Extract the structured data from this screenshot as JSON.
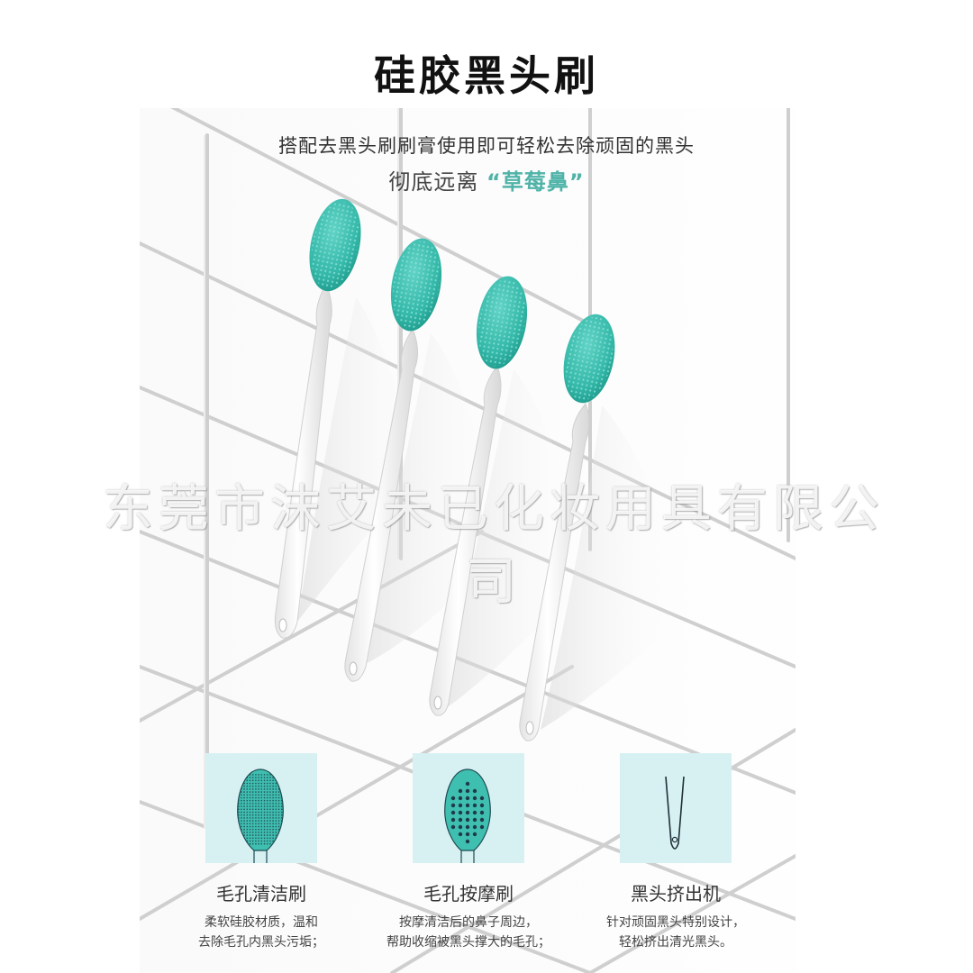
{
  "header": {
    "title": "硅胶黑头刷",
    "subtitle_line1": "搭配去黑头刷刷膏使用即可轻松去除顽固的黑头",
    "subtitle_line2_prefix": "彻底远离",
    "subtitle_line2_accent": "“草莓鼻”"
  },
  "watermark": "东莞市沫艾未已化妆用具有限公司",
  "colors": {
    "accent": "#4fb3a8",
    "brush_head": "#3fbfb0",
    "card_bg": "#d7f1f2",
    "title": "#111111"
  },
  "product_image": {
    "brush_count": 4,
    "brush_icon": "silicone-blackhead-brush"
  },
  "features": [
    {
      "icon": "pore-cleansing-brush-icon",
      "name": "毛孔清洁刷",
      "desc_line1": "柔软硅胶材质，温和",
      "desc_line2": "去除毛孔内黑头污垢；"
    },
    {
      "icon": "pore-massage-brush-icon",
      "name": "毛孔按摩刷",
      "desc_line1": "按摩清洁后的鼻子周边，",
      "desc_line2": "帮助收缩被黑头撑大的毛孔；"
    },
    {
      "icon": "blackhead-extractor-icon",
      "name": "黑头挤出机",
      "desc_line1": "针对顽固黑头特别设计，",
      "desc_line2": "轻松挤出清光黑头。"
    }
  ]
}
